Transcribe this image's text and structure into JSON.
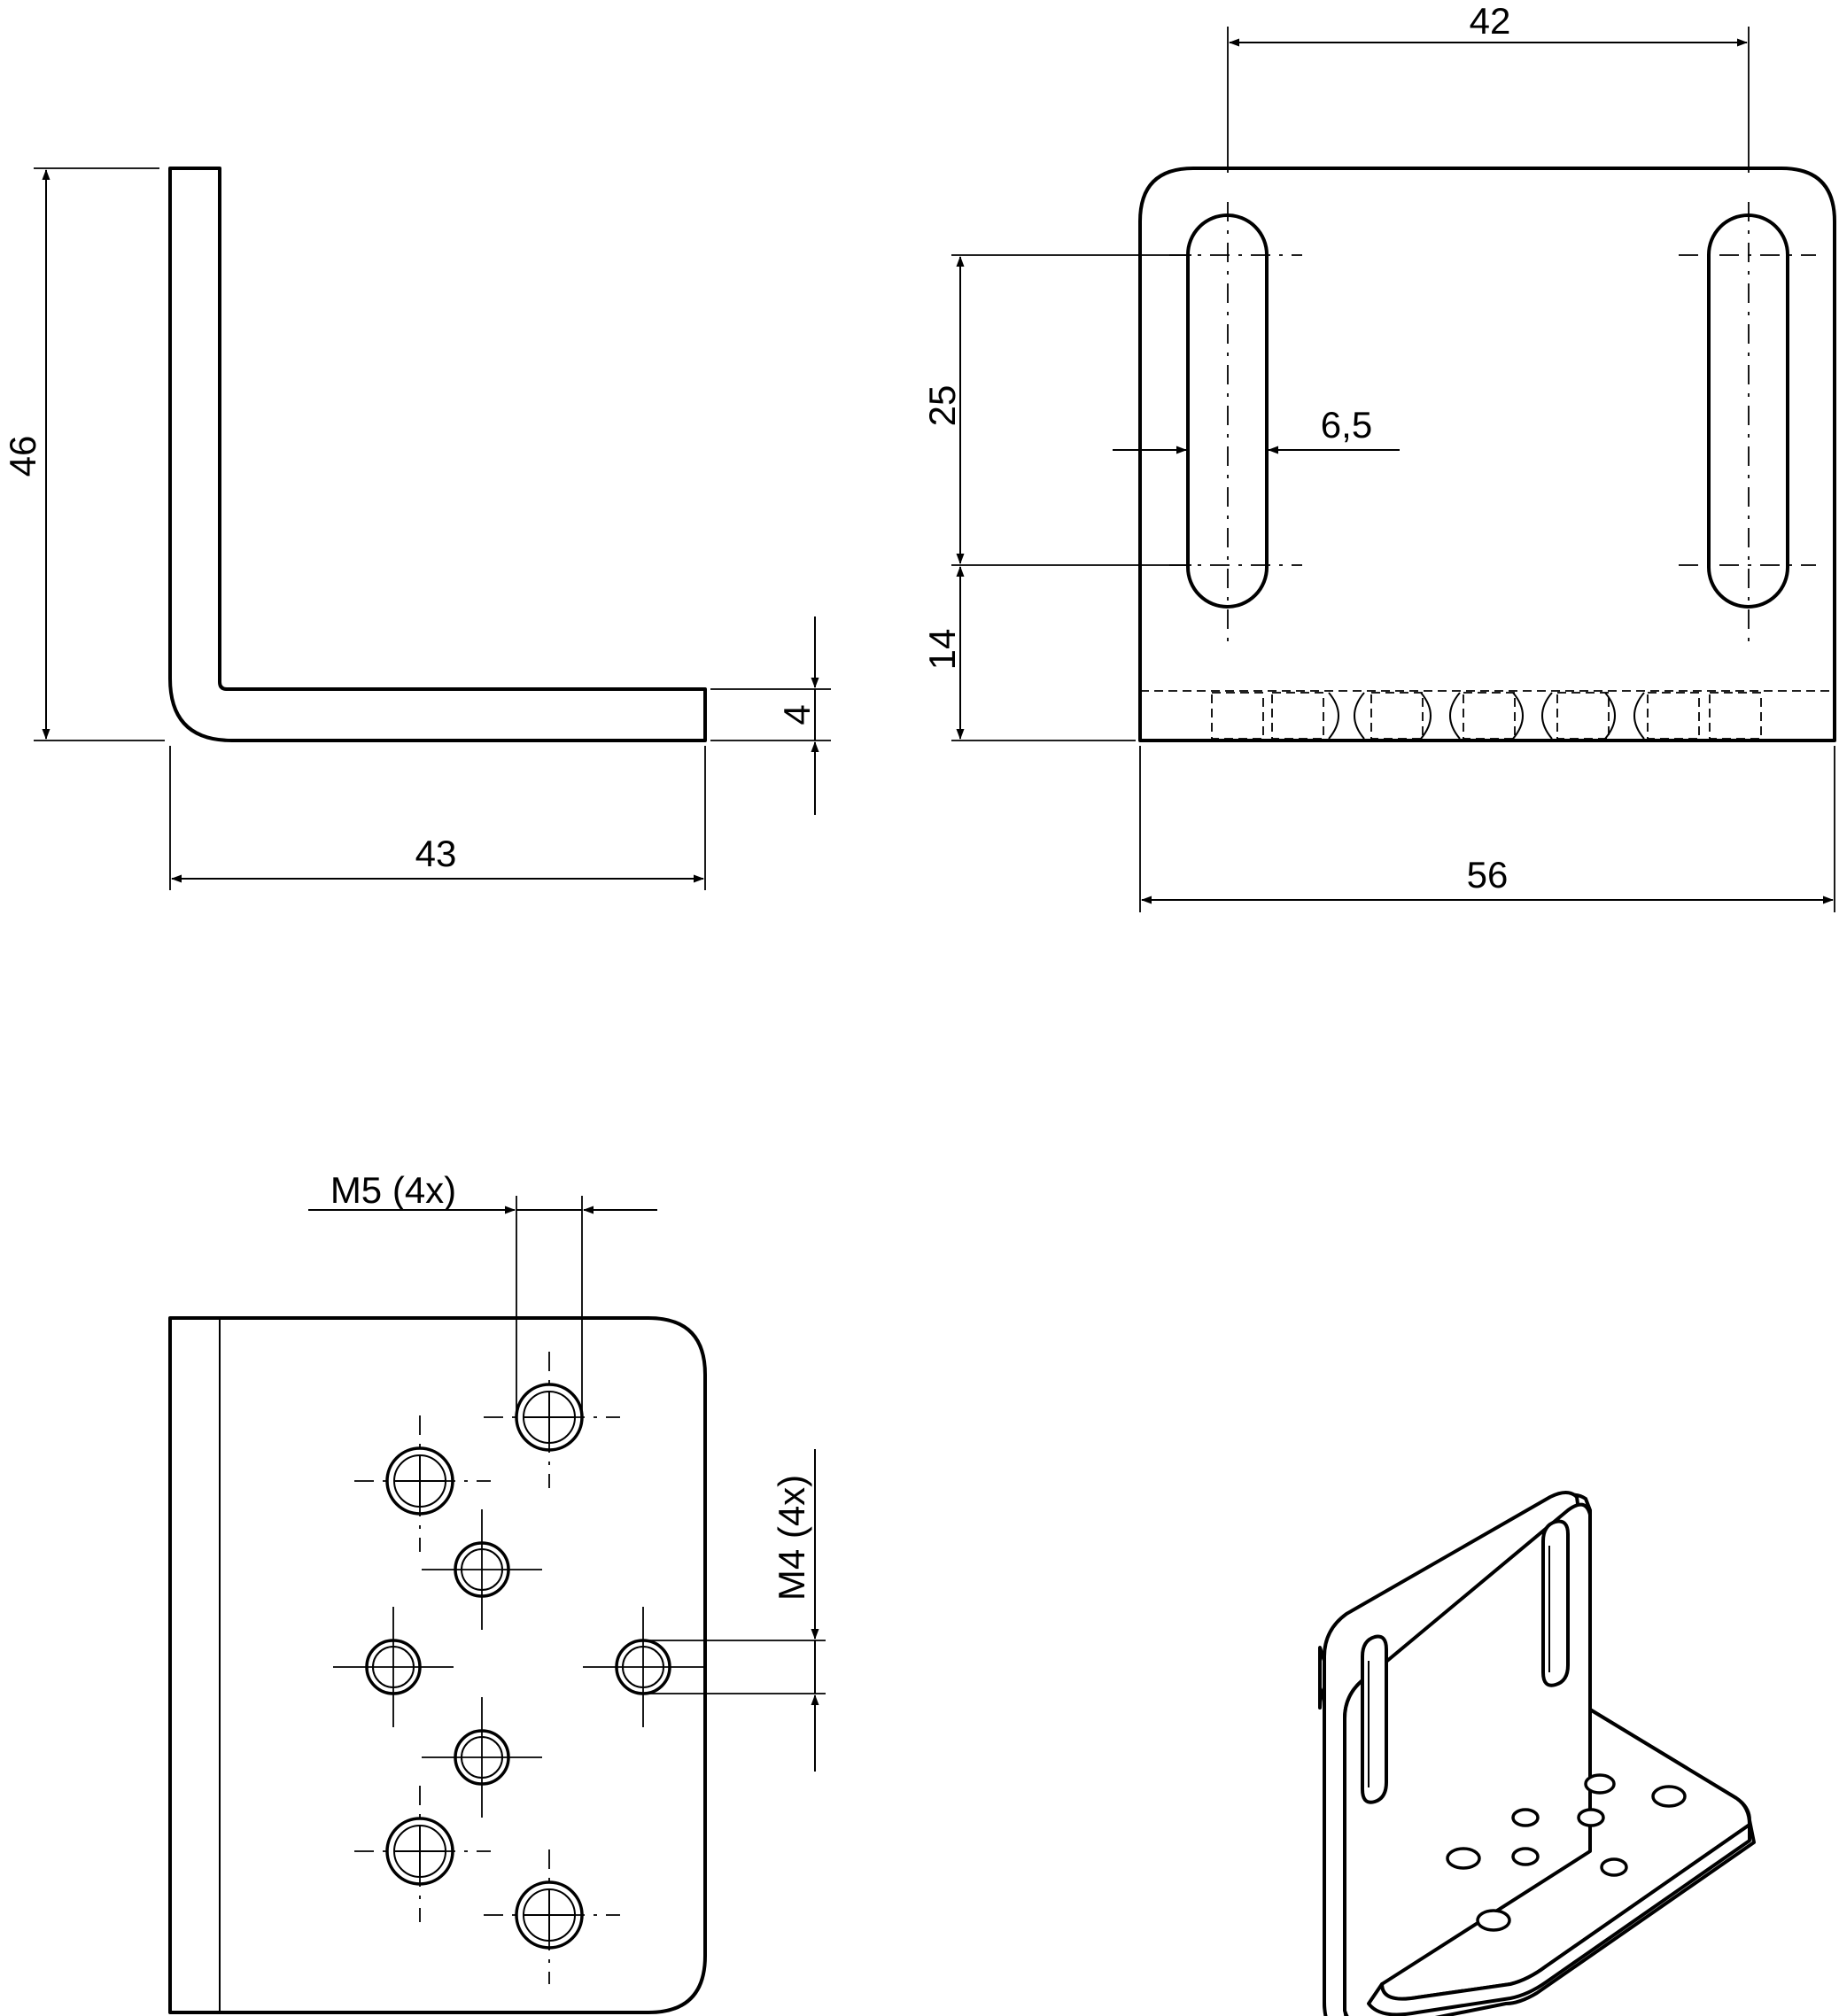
{
  "dimensions": {
    "side_height": "46",
    "side_length": "43",
    "thickness": "4",
    "slot_spacing": "42",
    "slot_travel": "25",
    "slot_width": "6,5",
    "slot_offset": "14",
    "plate_width": "56",
    "m5_holes": "M5 (4x)",
    "m4_holes": "M4 (4x)"
  }
}
